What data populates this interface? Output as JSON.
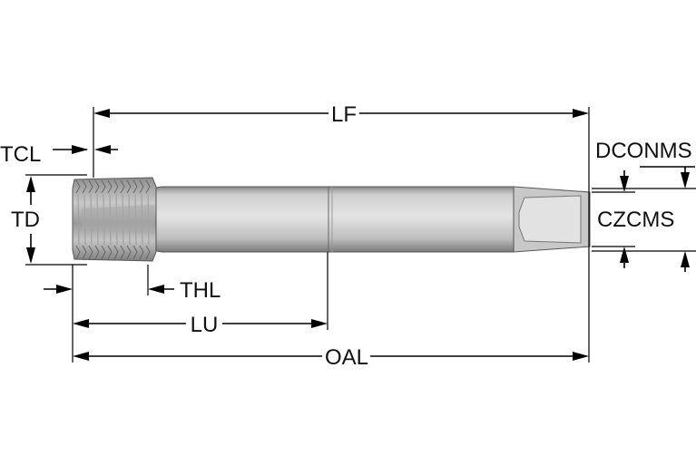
{
  "labels": {
    "lf": "LF",
    "tcl": "TCL",
    "td": "TD",
    "thl": "THL",
    "lu": "LU",
    "oal": "OAL",
    "dconms": "DCONMS",
    "czcms": "CZCMS"
  },
  "colors": {
    "line": "#000000",
    "tool_light": "#d6d6d6",
    "tool_mid": "#b9b9b9",
    "tool_dark": "#7d7d7d"
  }
}
